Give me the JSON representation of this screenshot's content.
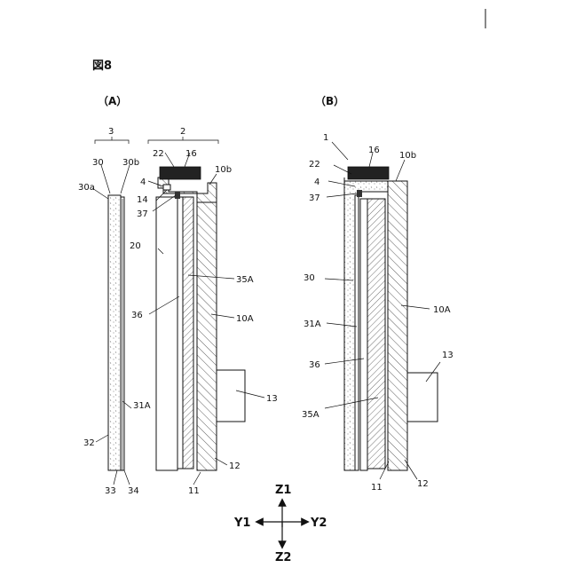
{
  "figure": {
    "title": "図8",
    "panels": [
      {
        "label": "（A）"
      },
      {
        "label": "（B）"
      }
    ]
  },
  "labels_a": {
    "b3": "3",
    "b2": "2",
    "r30": "30",
    "r30b": "30b",
    "r30a": "30a",
    "r22": "22",
    "r16": "16",
    "r10b": "10b",
    "r4": "4",
    "r14": "14",
    "r37": "37",
    "r20": "20",
    "r35A": "35A",
    "r36": "36",
    "r10A": "10A",
    "r13": "13",
    "r31A": "31A",
    "r32": "32",
    "r12": "12",
    "r33": "33",
    "r34": "34",
    "r11": "11"
  },
  "labels_b": {
    "r1": "1",
    "r16": "16",
    "r22": "22",
    "r10b": "10b",
    "r4": "4",
    "r37": "37",
    "r30": "30",
    "r10A": "10A",
    "r31A": "31A",
    "r13": "13",
    "r36": "36",
    "r35A": "35A",
    "r11": "11",
    "r12": "12"
  },
  "axes": {
    "z1": "Z1",
    "z2": "Z2",
    "y1": "Y1",
    "y2": "Y2"
  }
}
